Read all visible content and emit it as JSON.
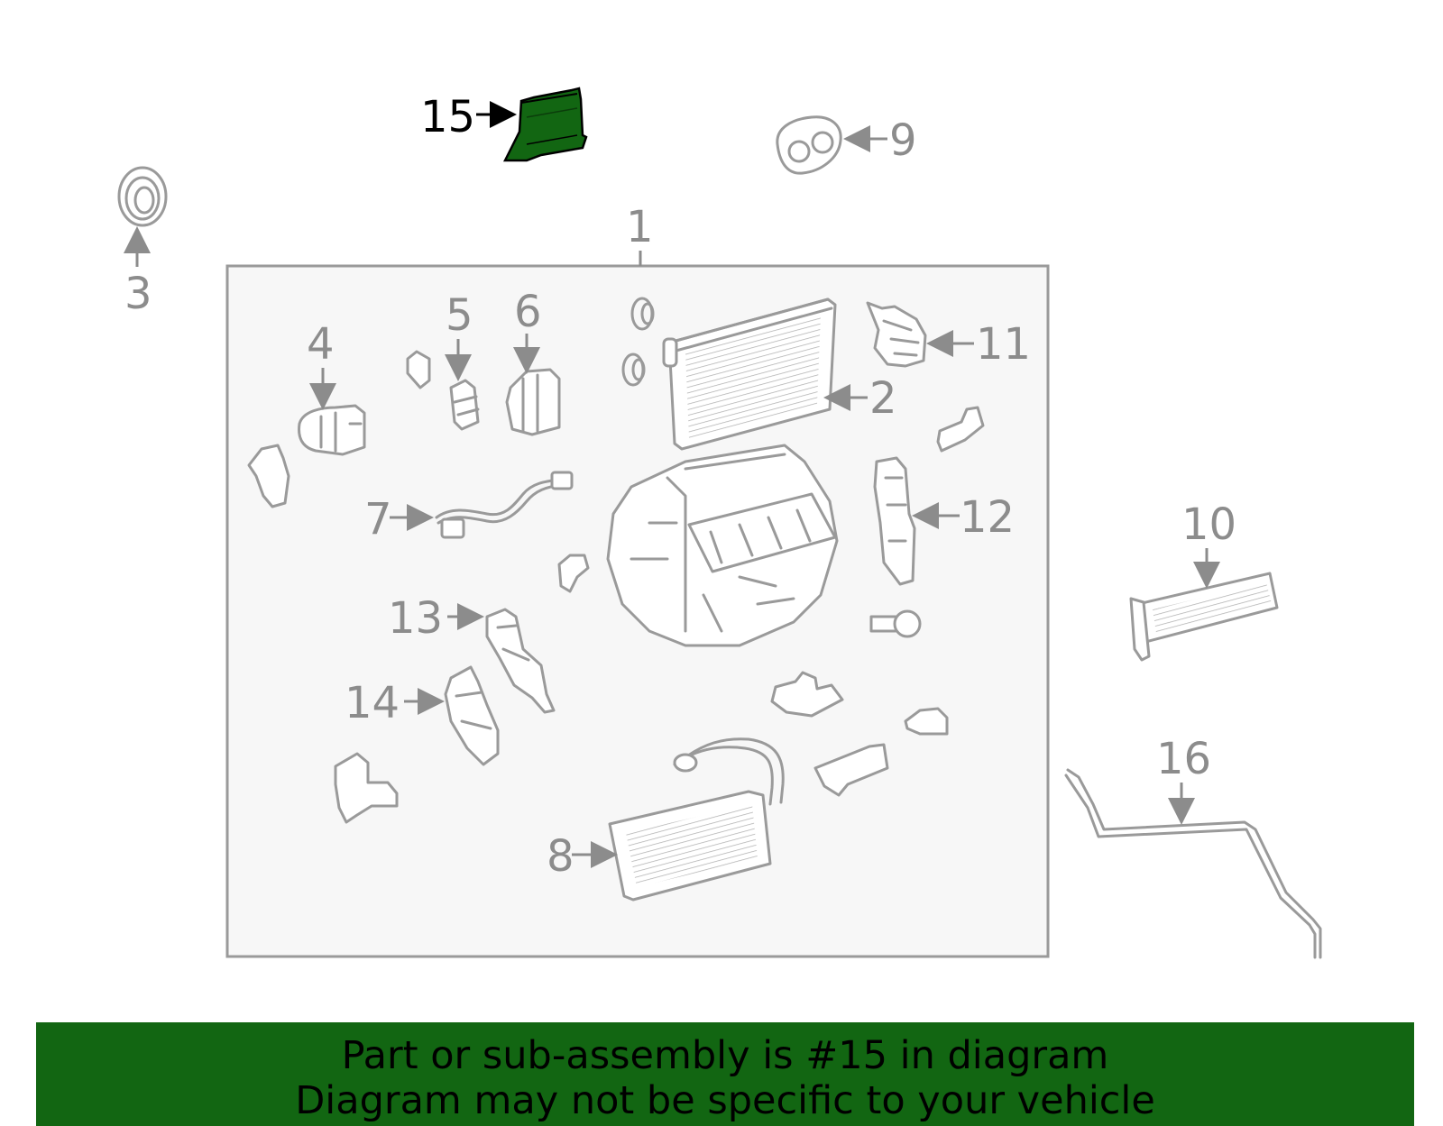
{
  "highlight_color": "#126612",
  "banner": {
    "line1": "Part or sub-assembly is #15 in diagram",
    "line2": "Diagram may not be specific to your vehicle"
  },
  "callouts": {
    "c1": "1",
    "c2": "2",
    "c3": "3",
    "c4": "4",
    "c5": "5",
    "c6": "6",
    "c7": "7",
    "c8": "8",
    "c9": "9",
    "c10": "10",
    "c11": "11",
    "c12": "12",
    "c13": "13",
    "c14": "14",
    "c15": "15",
    "c16": "16"
  }
}
